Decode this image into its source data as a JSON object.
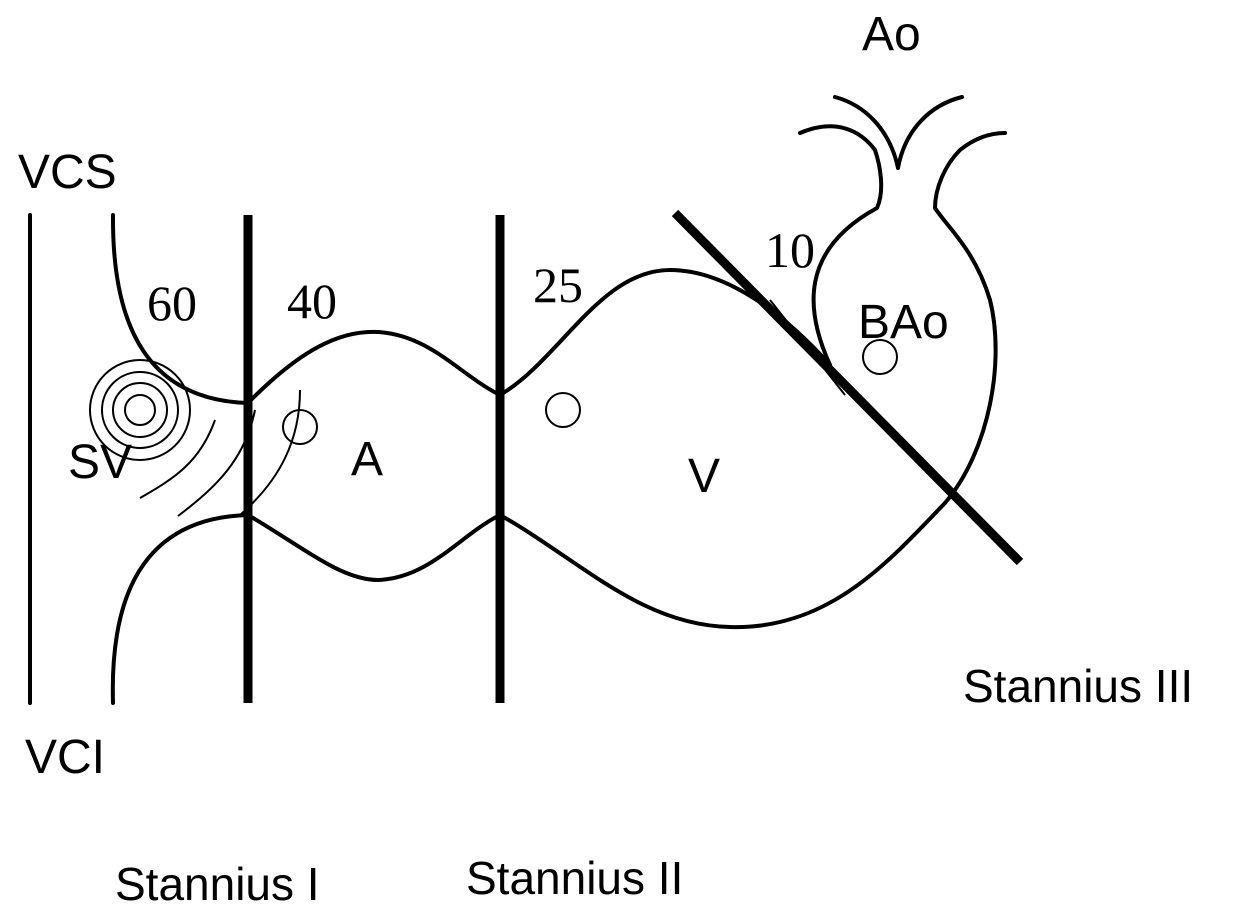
{
  "labels": {
    "vcs": "VCS",
    "vci": "VCI",
    "sv": "SV",
    "a": "A",
    "v": "V",
    "bao": "BAo",
    "ao": "Ao"
  },
  "rates": {
    "sv": "60",
    "a": "40",
    "v": "25",
    "bao": "10"
  },
  "ligatures": {
    "one": "Stannius I",
    "two": "Stannius II",
    "three": "Stannius III"
  }
}
